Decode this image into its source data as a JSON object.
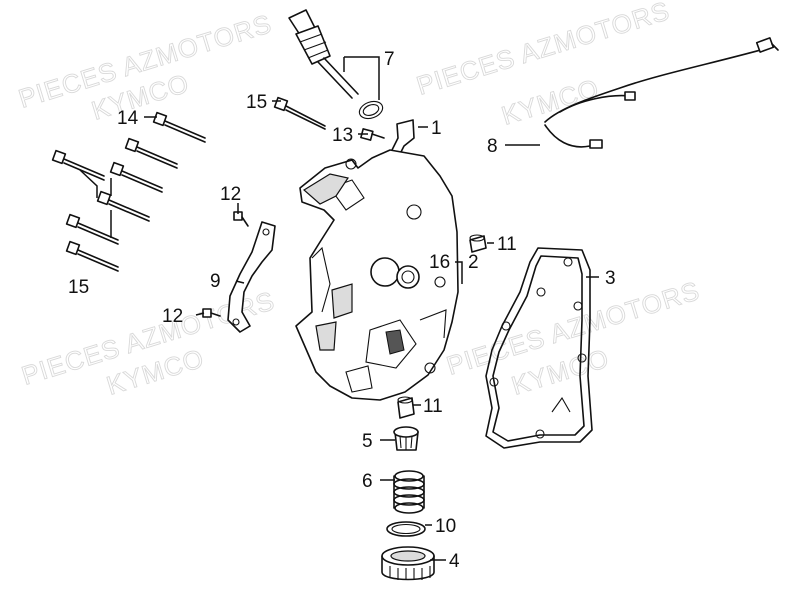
{
  "watermarks": [
    "PIECES AZMOTORS",
    "KYMCO",
    "PIECES AZMOTORS",
    "KYMCO",
    "PIECES AZMOTORS",
    "KYMCO",
    "PIECES AZMOTORS",
    "KYMCO"
  ],
  "callouts": {
    "c1": "1",
    "c2": "2",
    "c3": "3",
    "c4": "4",
    "c5": "5",
    "c6": "6",
    "c7": "7",
    "c8": "8",
    "c9": "9",
    "c10": "10",
    "c11a": "11",
    "c11b": "11",
    "c12a": "12",
    "c12b": "12",
    "c13": "13",
    "c14": "14",
    "c15a": "15",
    "c15b": "15",
    "c16": "16"
  }
}
